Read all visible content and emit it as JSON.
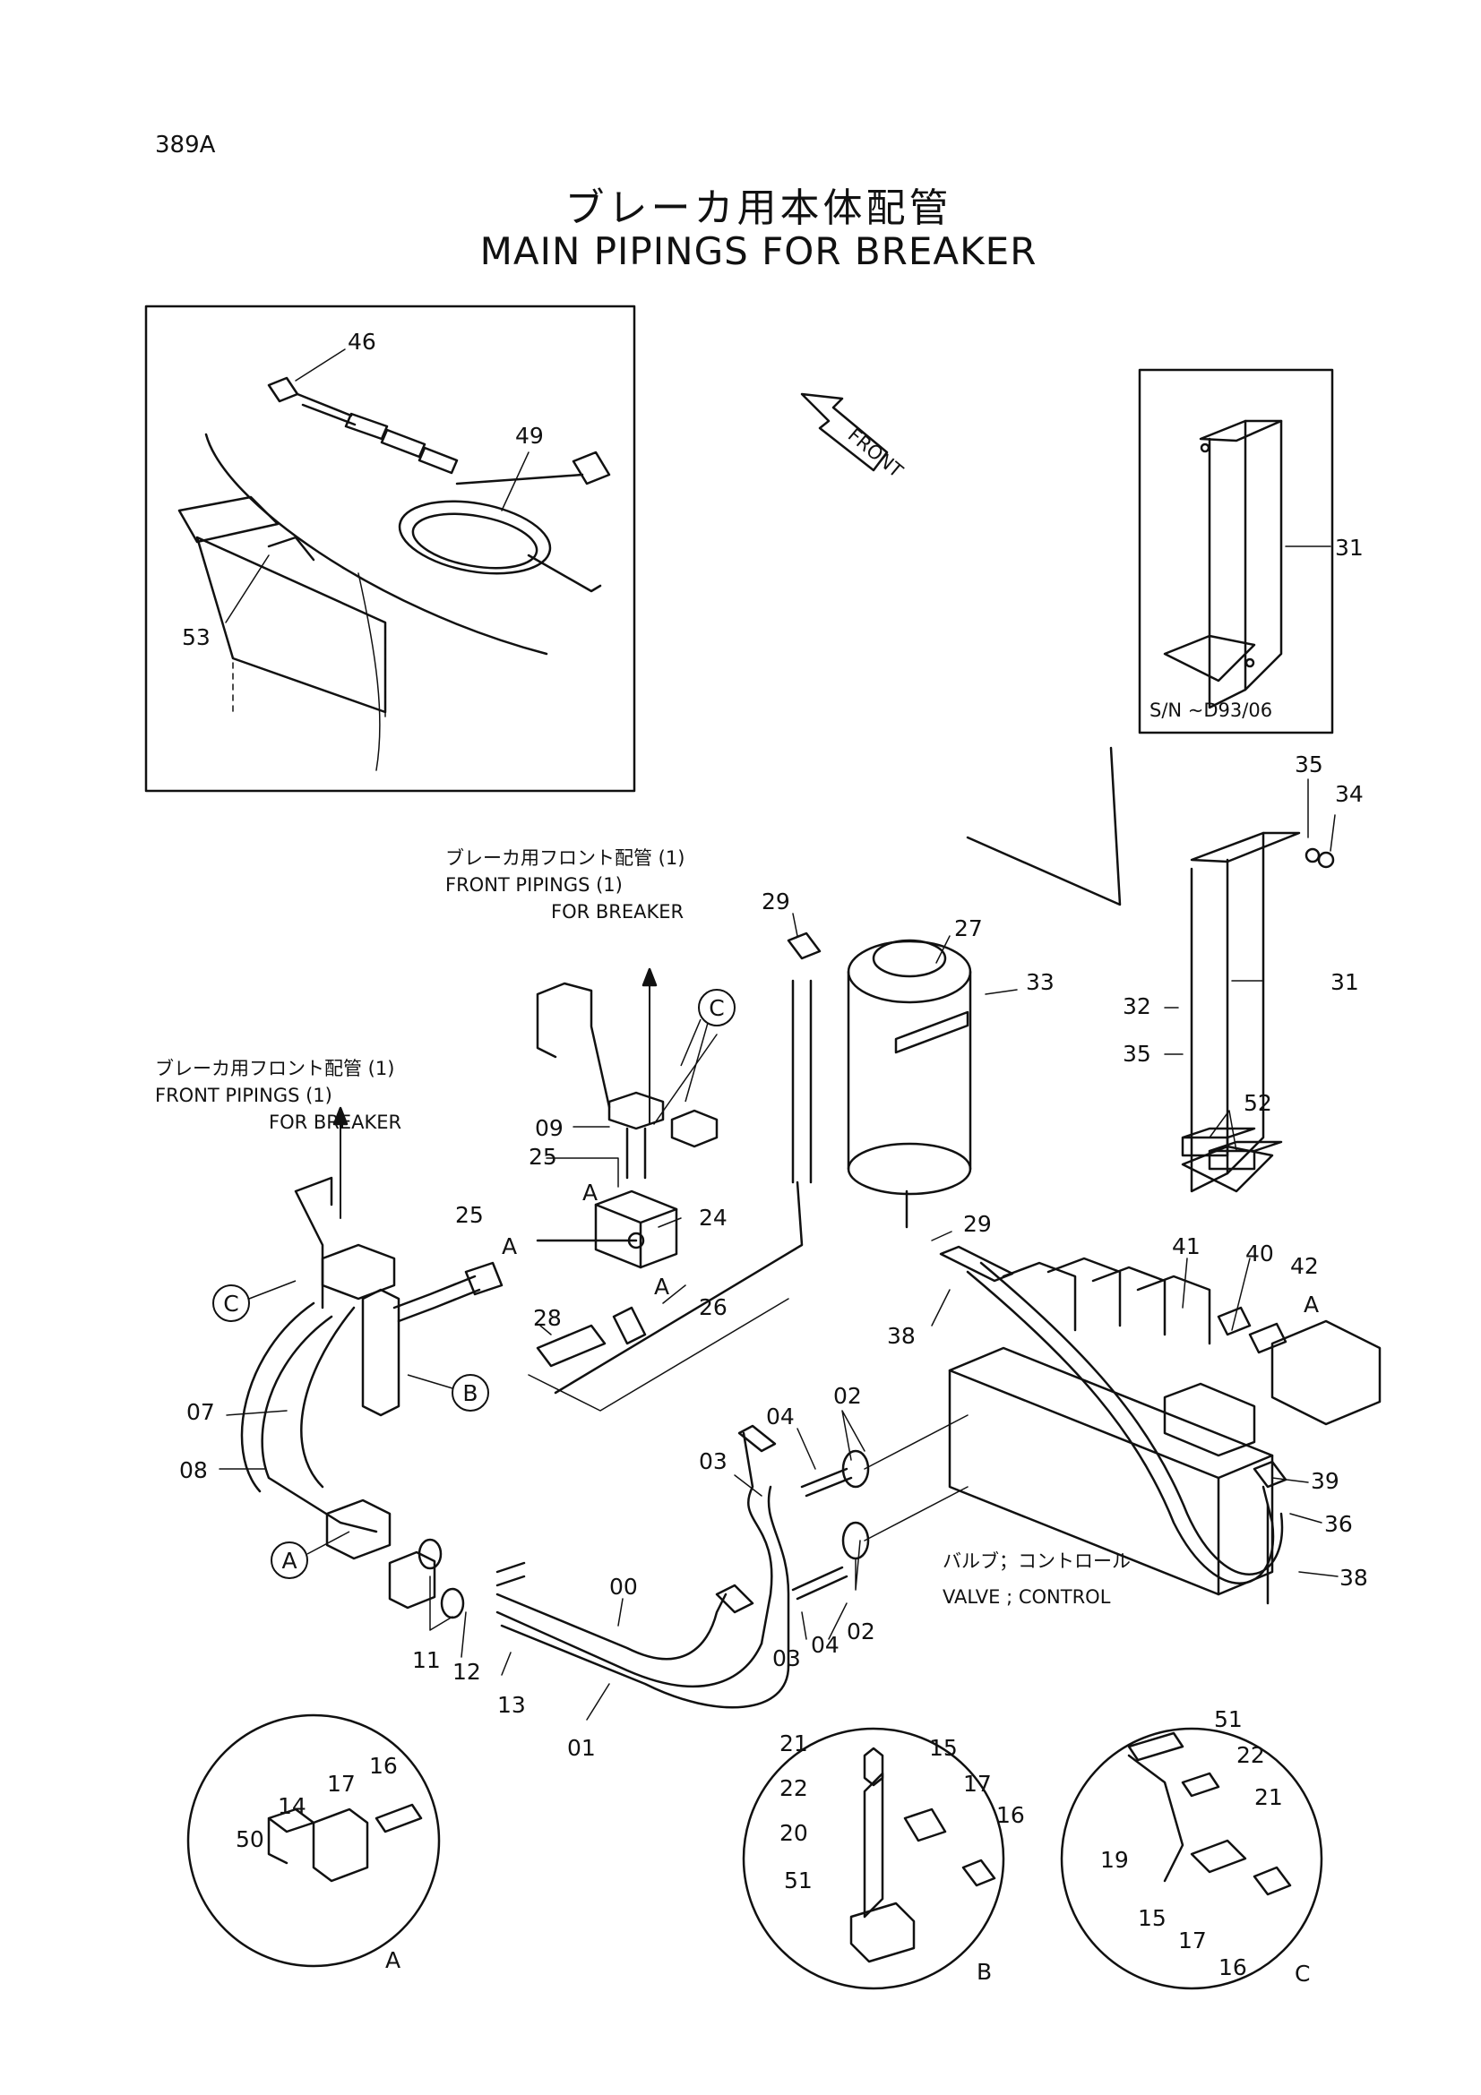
{
  "page_code": "389A",
  "title_jp": "ブレーカ用本体配管",
  "title_en": "MAIN PIPINGS FOR BREAKER",
  "front_label": "FRONT",
  "serial_note": "S/N ~D93/06",
  "notes": {
    "front_pipings_1_jp": "ブレーカ用フロント配管 (1)",
    "front_pipings_1_en_a": "FRONT PIPINGS (1)",
    "front_pipings_1_en_b": "FOR BREAKER",
    "front_pipings_2_jp": "ブレーカ用フロント配管 (1)",
    "front_pipings_2_en_a": "FRONT PIPINGS (1)",
    "front_pipings_2_en_b": "FOR BREAKER",
    "valve_jp": "バルブ；コントロール",
    "valve_en": "VALVE ; CONTROL"
  },
  "callouts": {
    "A": "A",
    "B": "B",
    "C": "C"
  },
  "detail_labels": {
    "A": "A",
    "B": "B",
    "C": "C"
  },
  "part_numbers": {
    "p46": "46",
    "p49": "49",
    "p53": "53",
    "p31a": "31",
    "p31b": "31",
    "p35a": "35",
    "p34": "34",
    "p29a": "29",
    "p27": "27",
    "p33": "33",
    "p32": "32",
    "p35b": "35",
    "p52": "52",
    "p09": "09",
    "p25a": "25",
    "p25b": "25",
    "pAa": "A",
    "pAb": "A",
    "pAc": "A",
    "pAd": "A",
    "p24": "24",
    "p26": "26",
    "p28": "28",
    "p29b": "29",
    "p41": "41",
    "p40": "40",
    "p42": "42",
    "p38a": "38",
    "p02a": "02",
    "p04a": "04",
    "p03a": "03",
    "p07": "07",
    "p08": "08",
    "p39": "39",
    "p36": "36",
    "p38b": "38",
    "p00": "00",
    "p11": "11",
    "p12": "12",
    "p13": "13",
    "p01": "01",
    "p03b": "03",
    "p04b": "04",
    "p02b": "02",
    "p16a": "16",
    "p17a": "17",
    "p14": "14",
    "p50": "50",
    "p21a": "21",
    "p15a": "15",
    "p22a": "22",
    "p17b": "17",
    "p16b": "16",
    "p20": "20",
    "p51a": "51",
    "p51b": "51",
    "p22b": "22",
    "p21b": "21",
    "p19": "19",
    "p15b": "15",
    "p17c": "17",
    "p16c": "16"
  }
}
